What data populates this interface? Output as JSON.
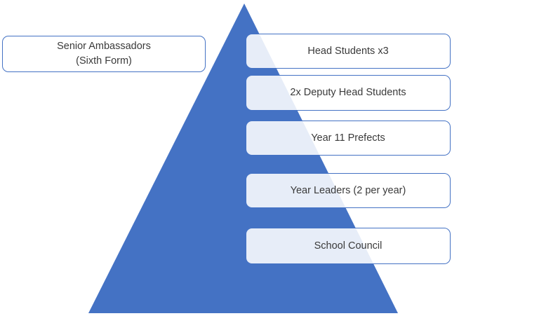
{
  "diagram_type": "pyramid-hierarchy",
  "pyramid": {
    "shape": "triangle",
    "fill": "#4472C4"
  },
  "left_box": {
    "line1": "Senior Ambassadors",
    "line2": "(Sixth Form)"
  },
  "levels": [
    {
      "label": "Head Students x3"
    },
    {
      "label": "2x Deputy Head Students"
    },
    {
      "label": "Year 11 Prefects"
    },
    {
      "label": "Year Leaders (2 per year)"
    },
    {
      "label": "School Council"
    }
  ],
  "colors": {
    "triangle_fill": "#4472C4",
    "box_border": "#4472C4",
    "box_fill": "rgba(255,255,255,0.87)",
    "box_tint_over_triangle": "#E8ECF7",
    "text": "#3A3A3A",
    "background": "#FFFFFF"
  }
}
